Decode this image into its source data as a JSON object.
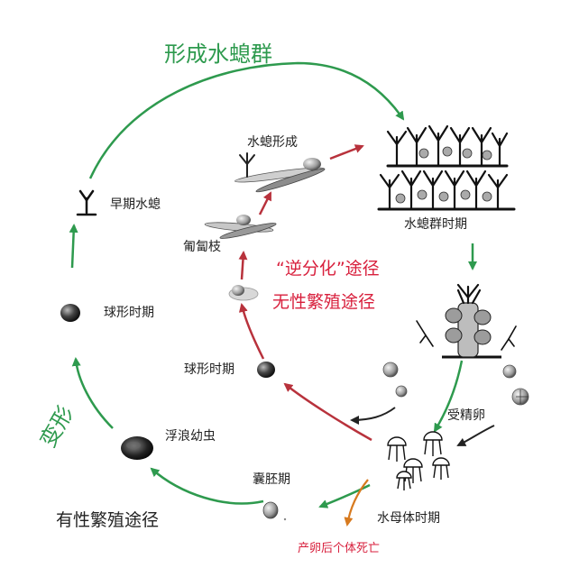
{
  "colors": {
    "green": "#2e9a4e",
    "red": "#b8323c",
    "dark": "#222222",
    "orange": "#d77a1f",
    "title_red": "#d81f3c"
  },
  "labels": {
    "form_colony": "形成水螅群",
    "polyp_form": "水螅形成",
    "early_polyp": "早期水螅",
    "colony_period": "水螅群时期",
    "stolon": "匍匐枝",
    "reverse_path": "“逆分化”途径",
    "asexual_path": "无性繁殖途径",
    "sphere_left": "球形时期",
    "sphere_mid": "球形时期",
    "fertilized": "受精卵",
    "planula": "浮浪幼虫",
    "metamorph": "变形",
    "blastula": "囊胚期",
    "sexual_path": "有性繁殖途径",
    "medusa_period": "水母体时期",
    "death": "产卵后个体死亡"
  }
}
